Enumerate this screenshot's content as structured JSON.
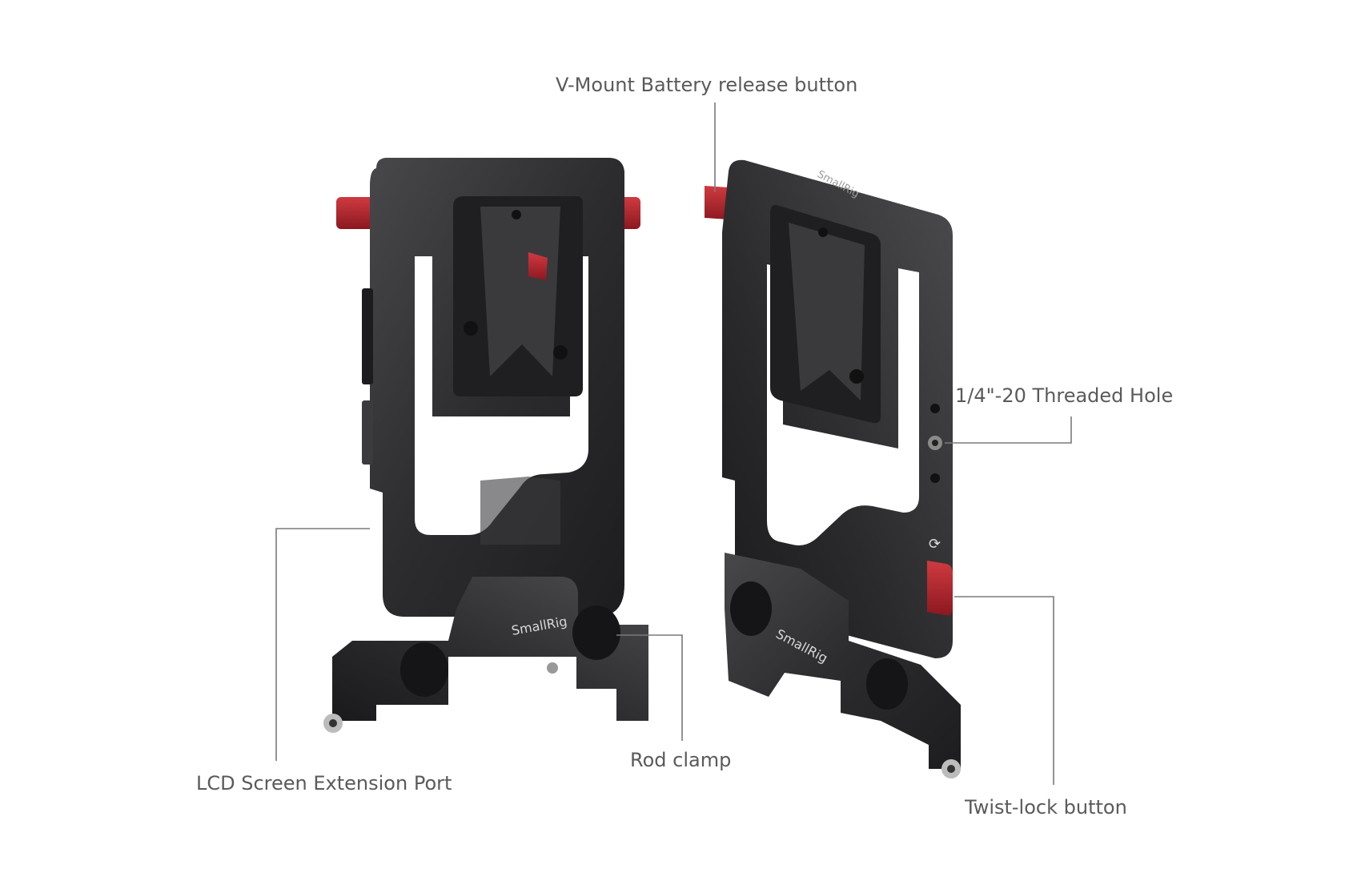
{
  "callouts": {
    "vmount_release": "V-Mount Battery release button",
    "threaded_hole": "1/4\"-20 Threaded Hole",
    "twist_lock": "Twist-lock button",
    "rod_clamp": "Rod clamp",
    "lcd_port": "LCD Screen Extension Port"
  },
  "brand_marks": {
    "rod_clamp_logo_left": "SmallRig",
    "rod_clamp_logo_right": "SmallRig",
    "top_logo_right": "SmallRig"
  },
  "colors": {
    "background": "#ffffff",
    "label_text": "#5a5a5a",
    "leader_line": "#7a7a7a",
    "body_metal": "#2b2b2d",
    "body_highlight": "#4a4a4d",
    "accent_red": "#b0202a"
  }
}
